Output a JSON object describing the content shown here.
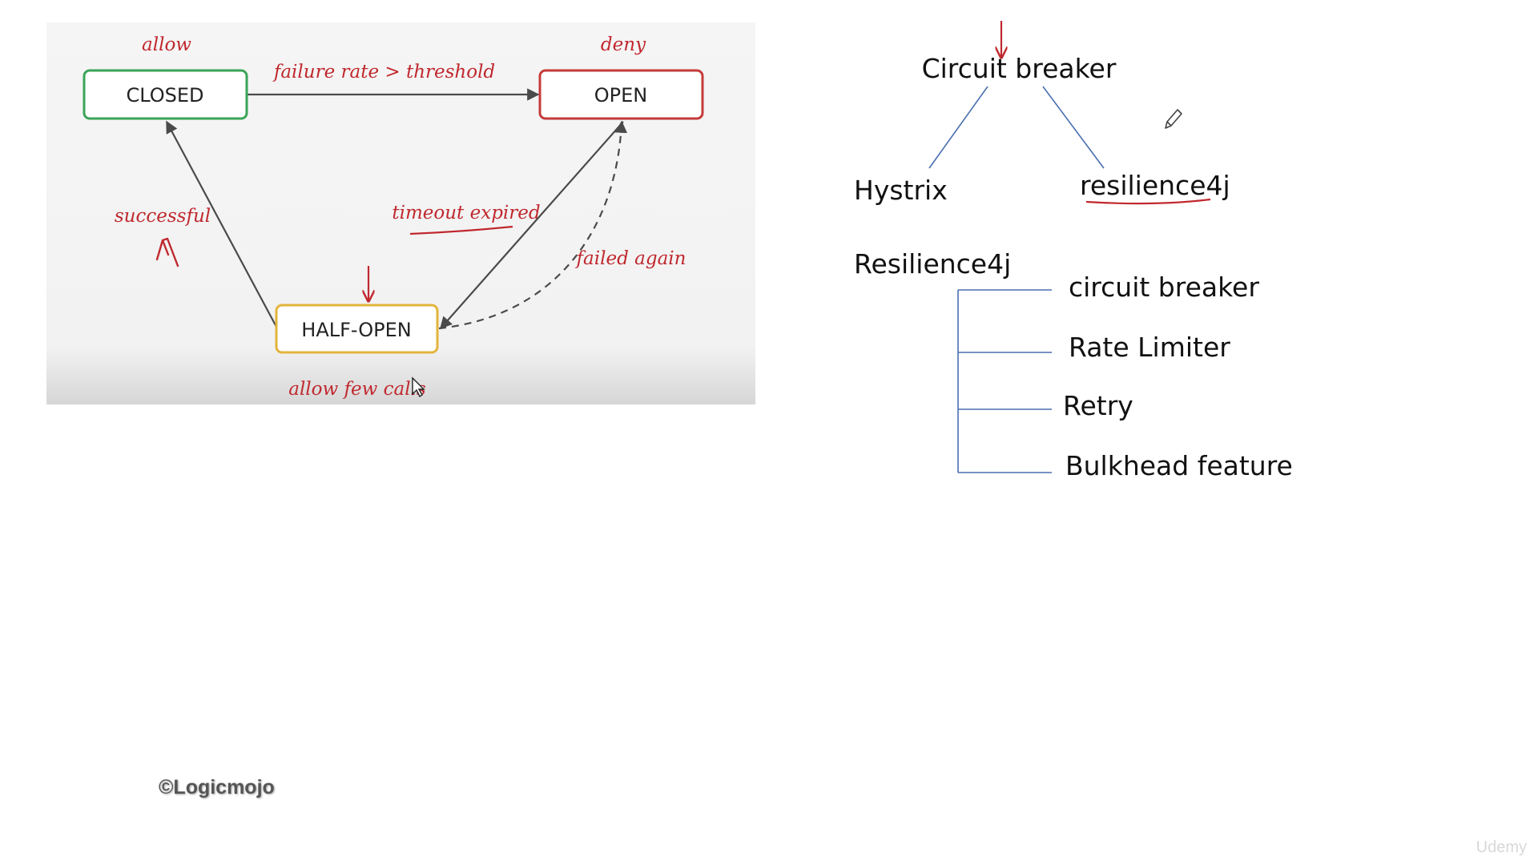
{
  "state_diagram": {
    "states": {
      "closed": "CLOSED",
      "open": "OPEN",
      "half_open": "HALF-OPEN"
    },
    "annotations": {
      "allow": "allow",
      "deny": "deny",
      "failure_rate": "failure rate > threshold",
      "successful": "successful",
      "timeout_expired": "timeout expired",
      "failed_again": "failed again",
      "allow_few_calls": "allow few calls"
    },
    "colors": {
      "closed": "#3aa457",
      "open": "#c53a3a",
      "half_open": "#e3b43b",
      "ink": "#c0282e"
    }
  },
  "tree": {
    "root": "Circuit breaker",
    "left_child": "Hystrix",
    "right_child": "resilience4j",
    "group_title": "Resilience4j",
    "features": [
      "circuit breaker",
      "Rate Limiter",
      "Retry",
      "Bulkhead feature"
    ],
    "line_color": "#4a6fb0"
  },
  "watermarks": {
    "logo": "©Logicmojo",
    "corner": "Udemy"
  }
}
